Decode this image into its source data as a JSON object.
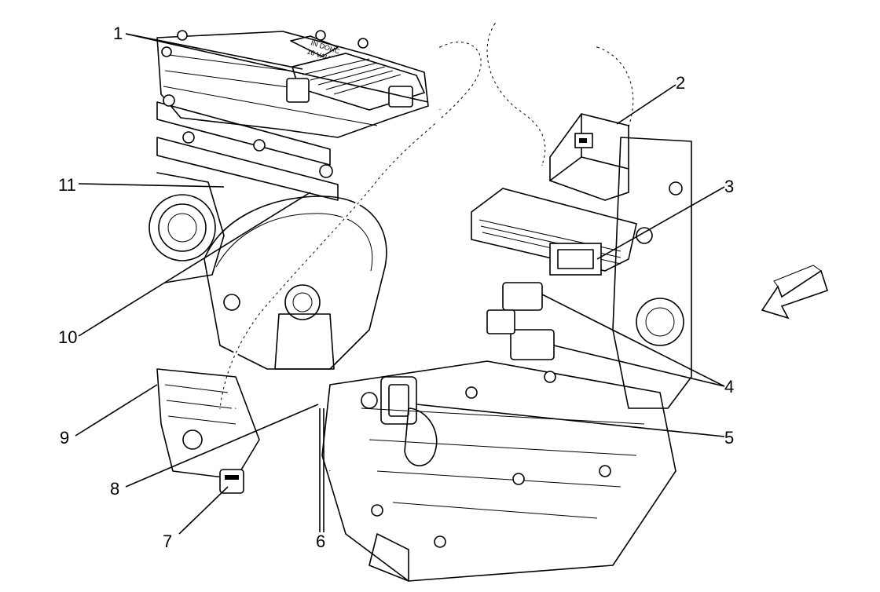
{
  "diagram": {
    "emblem_text": [
      "IN DOHC",
      "16 VALVE"
    ],
    "callouts": [
      {
        "id": "1",
        "label": "1"
      },
      {
        "id": "2",
        "label": "2"
      },
      {
        "id": "3",
        "label": "3"
      },
      {
        "id": "4",
        "label": "4"
      },
      {
        "id": "5",
        "label": "5"
      },
      {
        "id": "6",
        "label": "6"
      },
      {
        "id": "7",
        "label": "7"
      },
      {
        "id": "8",
        "label": "8"
      },
      {
        "id": "9",
        "label": "9"
      },
      {
        "id": "10",
        "label": "10"
      },
      {
        "id": "11",
        "label": "11"
      }
    ],
    "direction_arrow": "front-of-vehicle-arrow"
  }
}
